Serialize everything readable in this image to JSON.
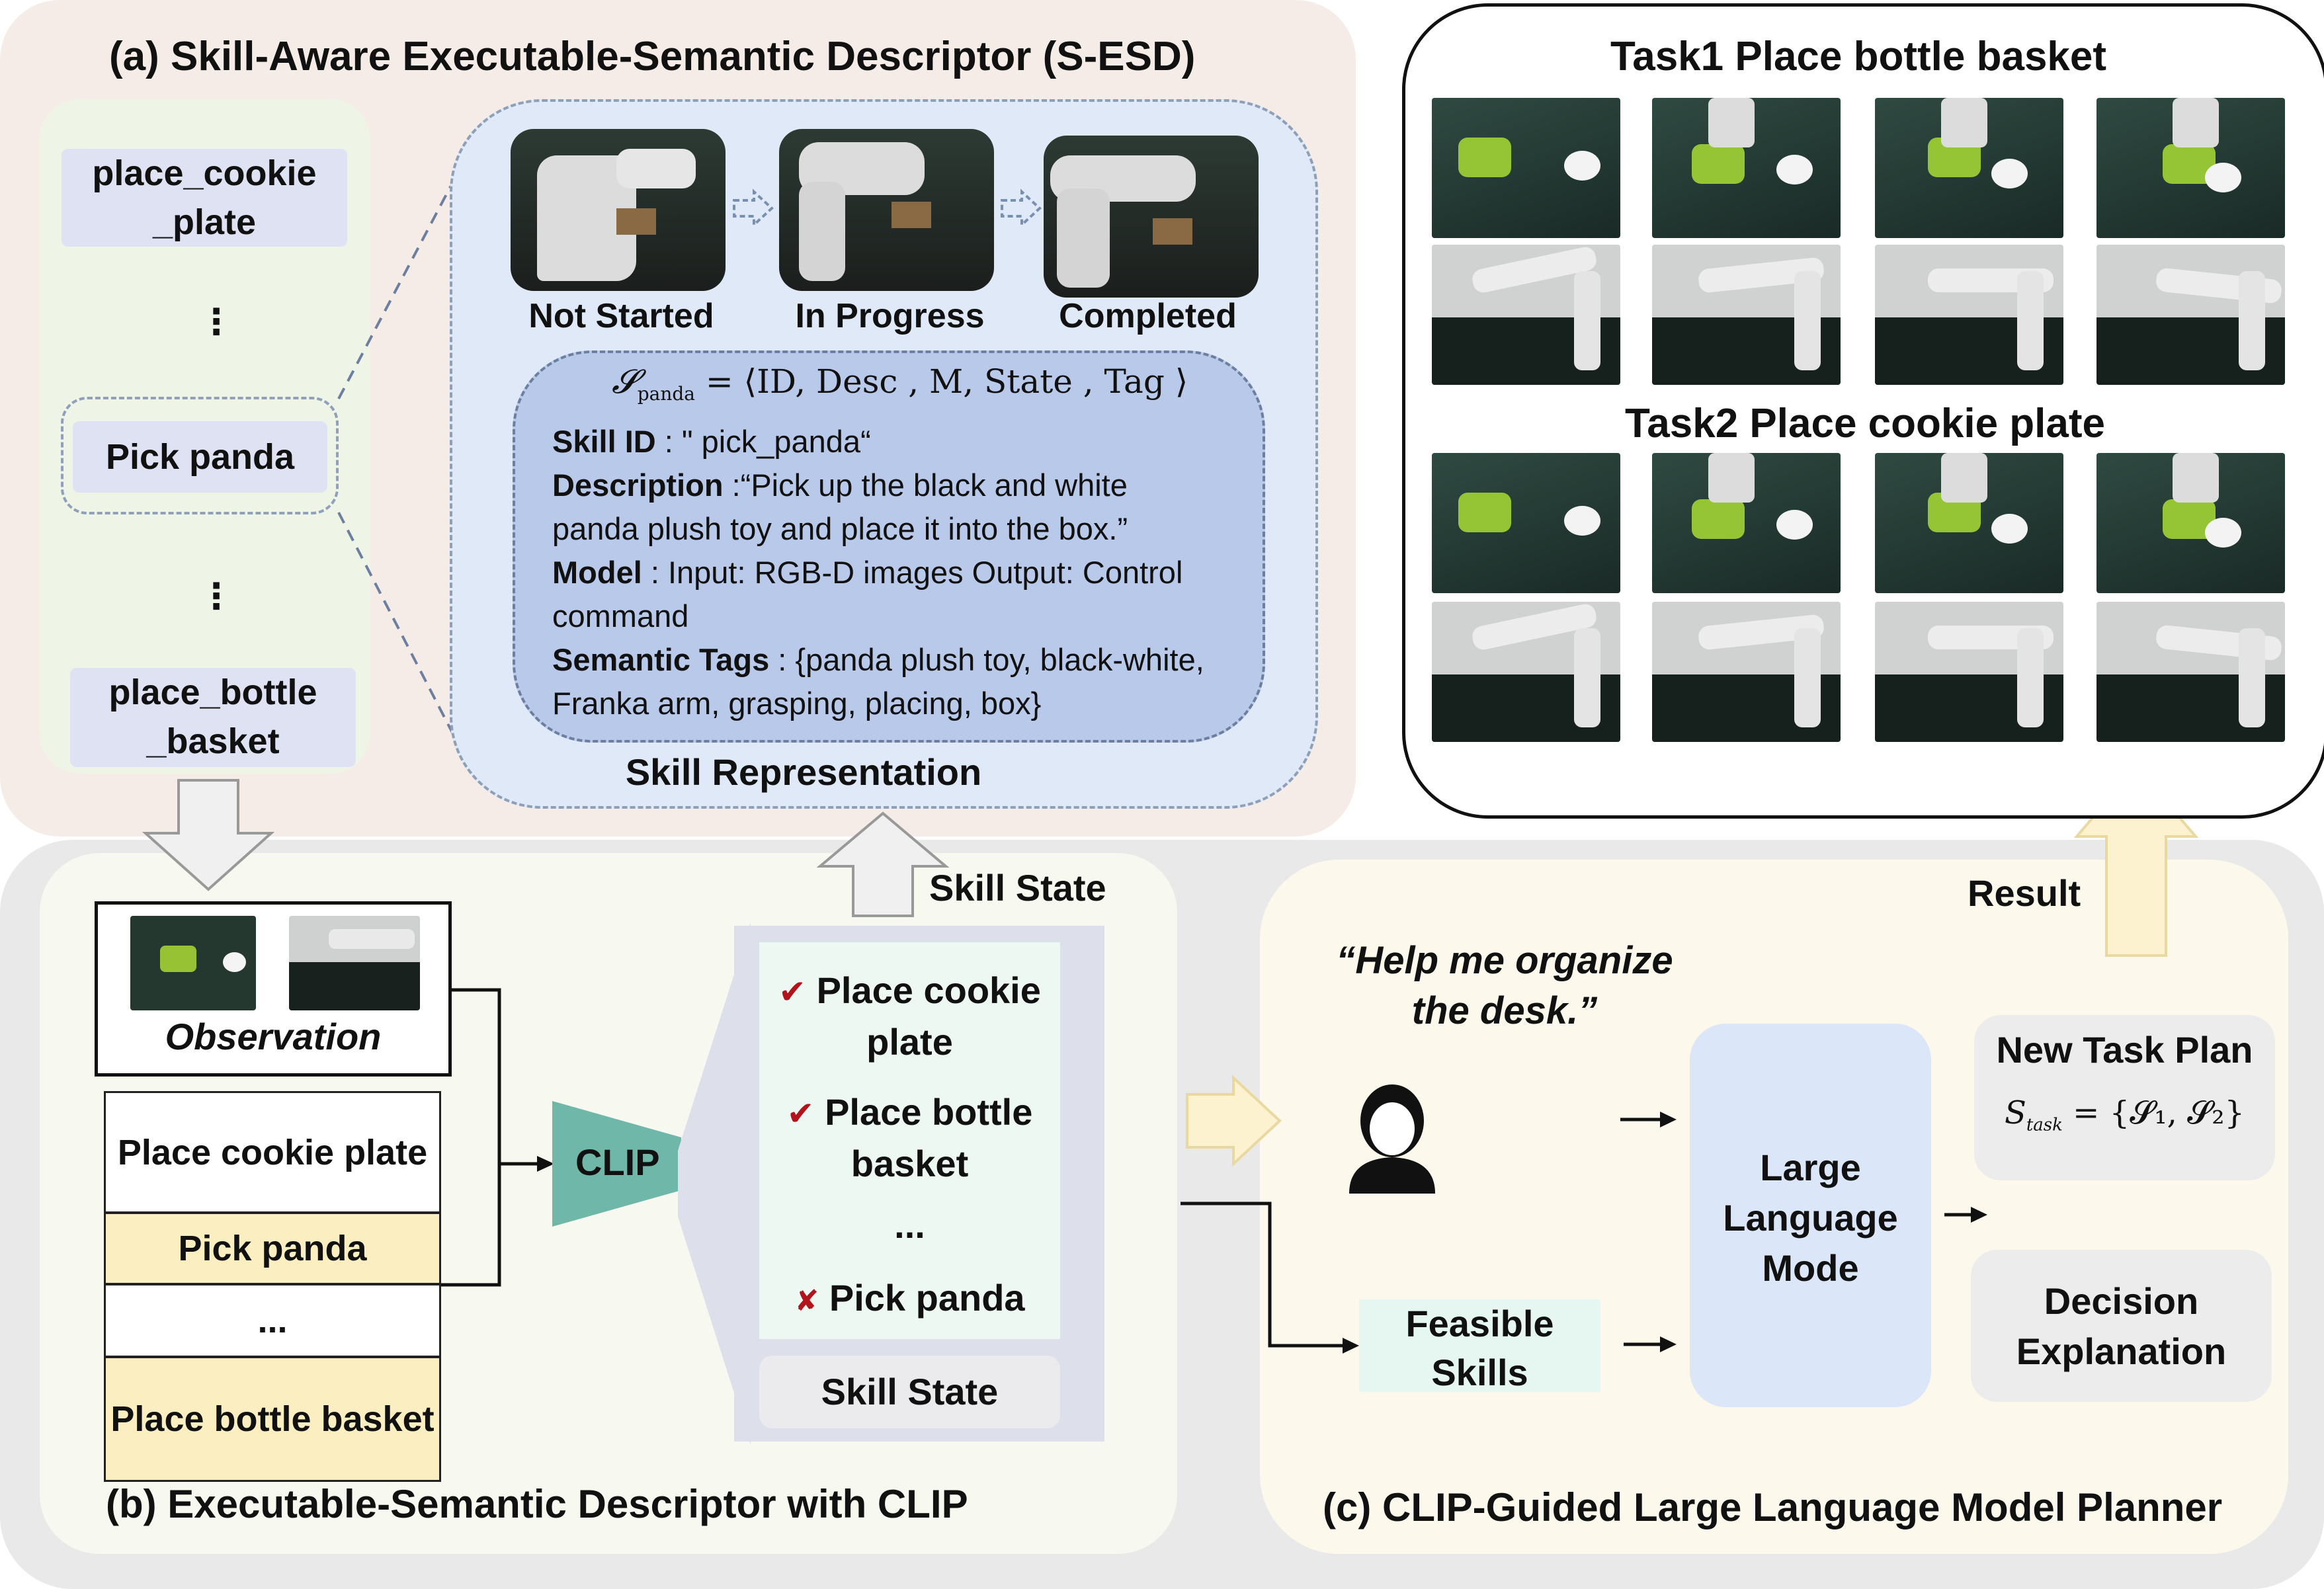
{
  "panel_a": {
    "title": "(a) Skill-Aware Executable-Semantic Descriptor (S-ESD)",
    "skills": [
      "place_cookie _plate",
      "⋮",
      "Pick panda",
      "⋮",
      "place_bottle _basket"
    ],
    "stage_labels": [
      "Not Started",
      "In Progress",
      "Completed"
    ],
    "formula": {
      "lhs": "𝓢",
      "sub": "panda",
      "rhs": "= ⟨ID, Desc , M, State , Tag ⟩"
    },
    "descriptor": [
      {
        "key": "Skill ID",
        "text": " : \" pick_panda“"
      },
      {
        "key": "Description",
        "text": " :“Pick up the black and white"
      },
      {
        "key": "",
        "text": "panda plush toy and place it into the box.”"
      },
      {
        "key": "Model",
        "text": " : Input: RGB-D images Output: Control"
      },
      {
        "key": "",
        "text": "command"
      },
      {
        "key": "Semantic Tags",
        "text": " : {panda plush toy, black-white,"
      },
      {
        "key": "",
        "text": "Franka arm, grasping, placing, box}"
      }
    ],
    "footer": "Skill Representation"
  },
  "tasks": {
    "task1_title": "Task1 Place bottle basket",
    "task2_title": "Task2 Place cookie plate"
  },
  "panel_b": {
    "observation_label": "Observation",
    "table_rows": [
      "Place cookie plate",
      "Pick panda",
      "...",
      "Place bottle basket"
    ],
    "clip_label": "CLIP",
    "skill_state_top": "Skill State",
    "state_items": [
      {
        "mark": "✔",
        "label": "Place cookie plate"
      },
      {
        "mark": "✔",
        "label": "Place bottle basket"
      },
      {
        "mark": "",
        "label": "..."
      },
      {
        "mark": "✘",
        "label": "Pick panda"
      }
    ],
    "skill_state_bottom": "Skill State",
    "title": "(b) Executable-Semantic Descriptor with CLIP"
  },
  "panel_c": {
    "quote_line1": "“Help me organize",
    "quote_line2": "the desk.”",
    "feasible": "Feasible Skills",
    "llm": "Large Language Mode",
    "new_plan": "New Task Plan",
    "plan_formula": {
      "lhs": "S",
      "sub": "task",
      "rhs": "= {𝓢₁, 𝓢₂}"
    },
    "decision": "Decision Explanation",
    "result": "Result",
    "title": "(c) CLIP-Guided Large Language Model Planner"
  },
  "colors": {
    "panel_a": "#f6ece7",
    "panel_b": "#e9e9ea",
    "panel_c": "#fcf8eb",
    "llm": "#dbe6f8",
    "highlight_row": "#fbeec1",
    "clip": "#6fb7a8",
    "check": "#b3141b"
  }
}
